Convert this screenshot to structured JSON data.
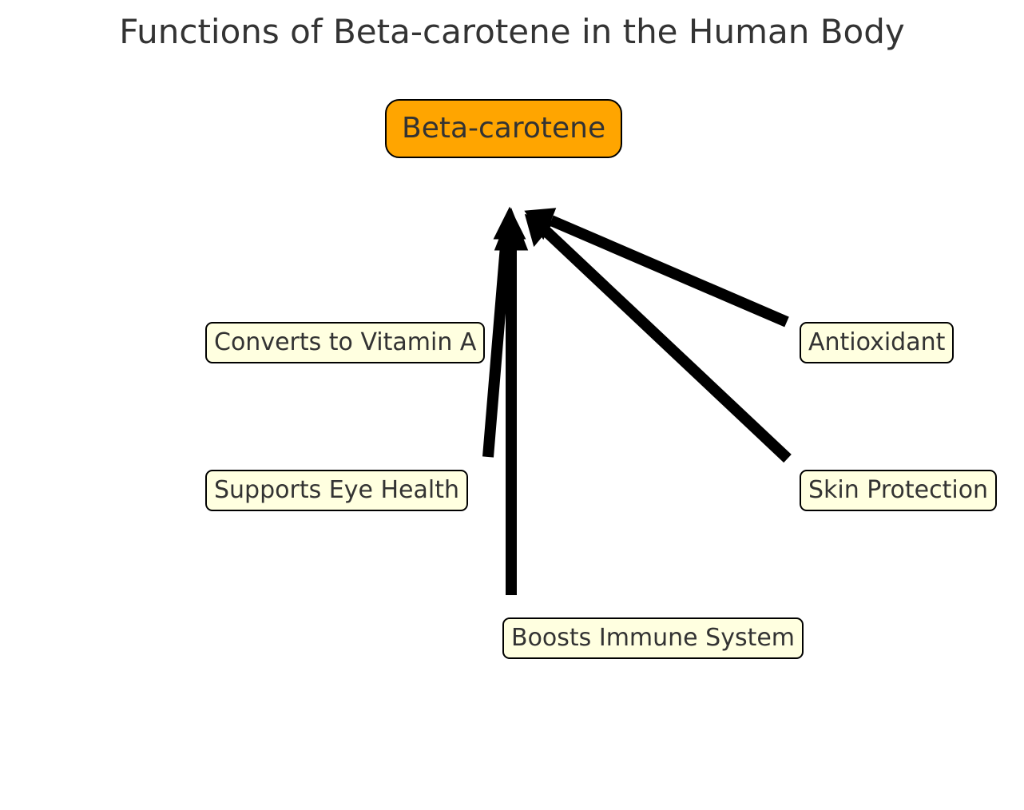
{
  "title": "Functions of Beta-carotene in the Human Body",
  "center": {
    "label": "Beta-carotene",
    "fill": "#FFA500"
  },
  "functions": [
    {
      "label": "Converts to Vitamin A"
    },
    {
      "label": "Antioxidant"
    },
    {
      "label": "Supports Eye Health"
    },
    {
      "label": "Skin Protection"
    },
    {
      "label": "Boosts Immune System"
    }
  ],
  "colors": {
    "function_fill": "#FFFFE0",
    "arrow": "#000000",
    "text": "#333333"
  }
}
